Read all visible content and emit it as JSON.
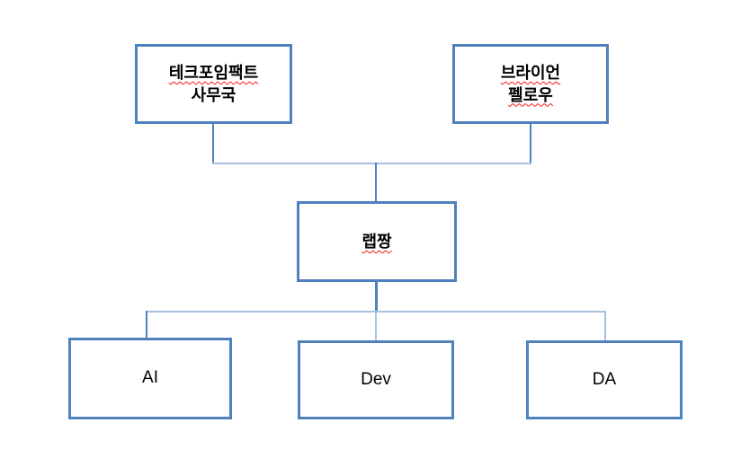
{
  "diagram": {
    "type": "org-chart",
    "background_color": "#ffffff",
    "colors": {
      "box_border": "#4F81BD",
      "connector_strong": "#4F81BD",
      "connector_light": "#A8C2E1",
      "text": "#000000",
      "spellcheck_underline": "#f01414"
    },
    "nodes": [
      {
        "id": "secretariat",
        "lines": [
          {
            "text": "테크포임팩트",
            "misspelled": true
          },
          {
            "text": "사무국",
            "misspelled": false
          }
        ]
      },
      {
        "id": "brian-fellow",
        "lines": [
          {
            "text": "브라이언",
            "misspelled": true
          },
          {
            "text": "펠로우",
            "misspelled": true
          }
        ]
      },
      {
        "id": "lab-lead",
        "lines": [
          {
            "text": "랩짱",
            "misspelled": true
          }
        ]
      },
      {
        "id": "ai-team",
        "lines": [
          {
            "text": "AI",
            "misspelled": false
          }
        ]
      },
      {
        "id": "dev-team",
        "lines": [
          {
            "text": "Dev",
            "misspelled": false
          }
        ]
      },
      {
        "id": "da-team",
        "lines": [
          {
            "text": "DA",
            "misspelled": false
          }
        ]
      }
    ],
    "edges": [
      {
        "from": "secretariat",
        "to": "lab-lead"
      },
      {
        "from": "brian-fellow",
        "to": "lab-lead"
      },
      {
        "from": "lab-lead",
        "to": "ai-team"
      },
      {
        "from": "lab-lead",
        "to": "dev-team"
      },
      {
        "from": "lab-lead",
        "to": "da-team"
      }
    ]
  }
}
